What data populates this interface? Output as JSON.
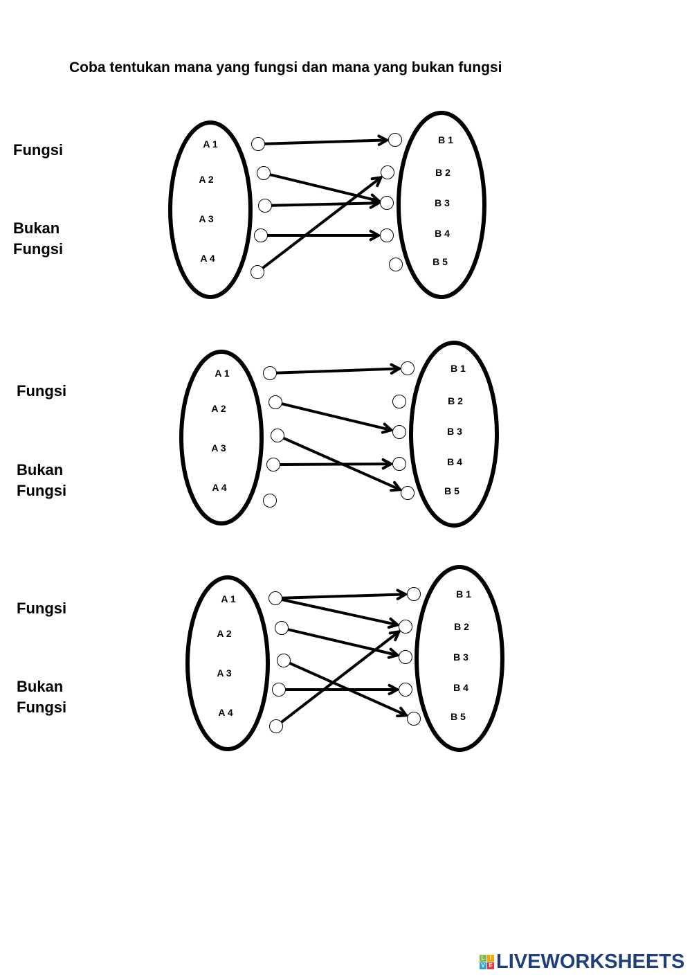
{
  "title": "Coba tentukan mana yang fungsi dan mana yang bukan fungsi",
  "diagrams": [
    {
      "option_fungsi": "Fungsi",
      "option_bukan_line1": "Bukan",
      "option_bukan_line2": "Fungsi",
      "domain": [
        "A 1",
        "A 2",
        "A 3",
        "A 4"
      ],
      "codomain": [
        "B 1",
        "B 2",
        "B 3",
        "B 4",
        "B 5"
      ],
      "arrows": [
        [
          1,
          1
        ],
        [
          2,
          3
        ],
        [
          3,
          3
        ],
        [
          4,
          4
        ],
        [
          5,
          2
        ]
      ]
    },
    {
      "option_fungsi": "Fungsi",
      "option_bukan_line1": "Bukan",
      "option_bukan_line2": "Fungsi",
      "domain": [
        "A 1",
        "A 2",
        "A 3",
        "A 4"
      ],
      "codomain": [
        "B 1",
        "B 2",
        "B 3",
        "B 4",
        "B 5"
      ],
      "arrows": [
        [
          1,
          1
        ],
        [
          2,
          3
        ],
        [
          3,
          5
        ],
        [
          4,
          4
        ]
      ]
    },
    {
      "option_fungsi": "Fungsi",
      "option_bukan_line1": "Bukan",
      "option_bukan_line2": "Fungsi",
      "domain": [
        "A 1",
        "A 2",
        "A 3",
        "A 4"
      ],
      "codomain": [
        "B 1",
        "B 2",
        "B 3",
        "B 4",
        "B 5"
      ],
      "arrows": [
        [
          1,
          1
        ],
        [
          1,
          2
        ],
        [
          2,
          3
        ],
        [
          3,
          5
        ],
        [
          4,
          4
        ],
        [
          5,
          2
        ]
      ]
    }
  ],
  "logo": {
    "text": "LIVEWORKSHEETS",
    "letters": [
      "L",
      "I",
      "V",
      "E"
    ],
    "colors": [
      "#7ac142",
      "#f7a600",
      "#2aa3dc",
      "#e63a3a"
    ]
  }
}
